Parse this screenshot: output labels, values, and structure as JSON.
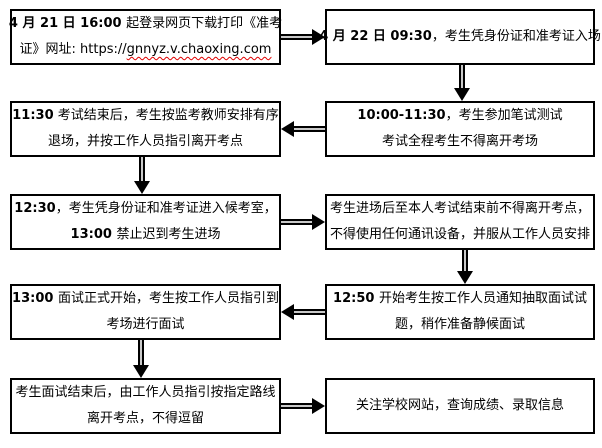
{
  "colors": {
    "background": "#ffffff",
    "box_border": "#000000",
    "text": "#000000",
    "arrow_shaft": "#c9c9c9",
    "arrow_head": "#000000",
    "spellcheck_underline": "#e00000"
  },
  "flowchart": {
    "nodes": [
      {
        "name": "step-download-admission-ticket",
        "column": "left",
        "row": 1,
        "lines": [
          [
            {
              "t": "4 月 21 日 16:00 ",
              "b": 1
            },
            {
              "t": "起登录网页下载打印《准考",
              "b": 0
            }
          ],
          [
            {
              "t": "证》网址: https://",
              "b": 0
            },
            {
              "t": "gnnyz.v.chaoxing.com",
              "b": 0,
              "u": 1
            }
          ]
        ]
      },
      {
        "name": "step-entry-with-id",
        "column": "right",
        "row": 1,
        "lines": [
          [
            {
              "t": "4 月 22 日 09:30",
              "b": 1
            },
            {
              "t": "，考生凭身份证和准考证入场",
              "b": 0
            }
          ]
        ]
      },
      {
        "name": "step-written-test",
        "column": "right",
        "row": 2,
        "lines": [
          [
            {
              "t": "10:00-11:30",
              "b": 1
            },
            {
              "t": "，考生参加笔试测试",
              "b": 0
            }
          ],
          [
            {
              "t": "考试全程考生不得离开考场",
              "b": 0
            }
          ]
        ]
      },
      {
        "name": "step-exit-after-written-test",
        "column": "left",
        "row": 2,
        "lines": [
          [
            {
              "t": "11:30",
              "b": 1
            },
            {
              "t": " 考试结束后，考生按监考教师安排有序",
              "b": 0
            }
          ],
          [
            {
              "t": "退场，并按工作人员指引离开考点",
              "b": 0
            }
          ]
        ]
      },
      {
        "name": "step-enter-waiting-room",
        "column": "left",
        "row": 3,
        "lines": [
          [
            {
              "t": "12:30",
              "b": 1
            },
            {
              "t": "，考生凭身份证和准考证进入候考室，",
              "b": 0
            }
          ],
          [
            {
              "t": "13:00 ",
              "b": 1
            },
            {
              "t": "禁止迟到考生进场",
              "b": 0
            }
          ]
        ]
      },
      {
        "name": "step-no-leaving-no-devices",
        "column": "right",
        "row": 3,
        "lines": [
          [
            {
              "t": "考生进场后至本人考试结束前不得离开考点，",
              "b": 0
            }
          ],
          [
            {
              "t": "不得使用任何通讯设备，并服从工作人员安排",
              "b": 0
            }
          ]
        ]
      },
      {
        "name": "step-draw-interview-questions",
        "column": "right",
        "row": 4,
        "lines": [
          [
            {
              "t": "12:50 ",
              "b": 1
            },
            {
              "t": "开始考生按工作人员通知抽取面试试",
              "b": 0
            }
          ],
          [
            {
              "t": "题，稍作准备静候面试",
              "b": 0
            }
          ]
        ]
      },
      {
        "name": "step-interview-start",
        "column": "left",
        "row": 4,
        "lines": [
          [
            {
              "t": "13:00 ",
              "b": 1
            },
            {
              "t": "面试正式开始，考生按工作人员指引到",
              "b": 0
            }
          ],
          [
            {
              "t": "考场进行面试",
              "b": 0
            }
          ]
        ]
      },
      {
        "name": "step-leave-after-interview",
        "column": "left",
        "row": 5,
        "lines": [
          [
            {
              "t": "考生面试结束后，由工作人员指引按指定路线",
              "b": 0
            }
          ],
          [
            {
              "t": "离开考点，不得逗留",
              "b": 0
            }
          ]
        ]
      },
      {
        "name": "step-check-results",
        "column": "right",
        "row": 5,
        "lines": [
          [
            {
              "t": "关注学校网站，查询成绩、录取信息",
              "b": 0
            }
          ]
        ]
      }
    ],
    "connectors": [
      {
        "from": 0,
        "to": 1,
        "direction": "right"
      },
      {
        "from": 1,
        "to": 2,
        "direction": "down"
      },
      {
        "from": 2,
        "to": 3,
        "direction": "left"
      },
      {
        "from": 3,
        "to": 4,
        "direction": "down"
      },
      {
        "from": 4,
        "to": 5,
        "direction": "right"
      },
      {
        "from": 5,
        "to": 6,
        "direction": "down"
      },
      {
        "from": 6,
        "to": 7,
        "direction": "left"
      },
      {
        "from": 7,
        "to": 8,
        "direction": "down"
      },
      {
        "from": 8,
        "to": 9,
        "direction": "right"
      }
    ]
  }
}
